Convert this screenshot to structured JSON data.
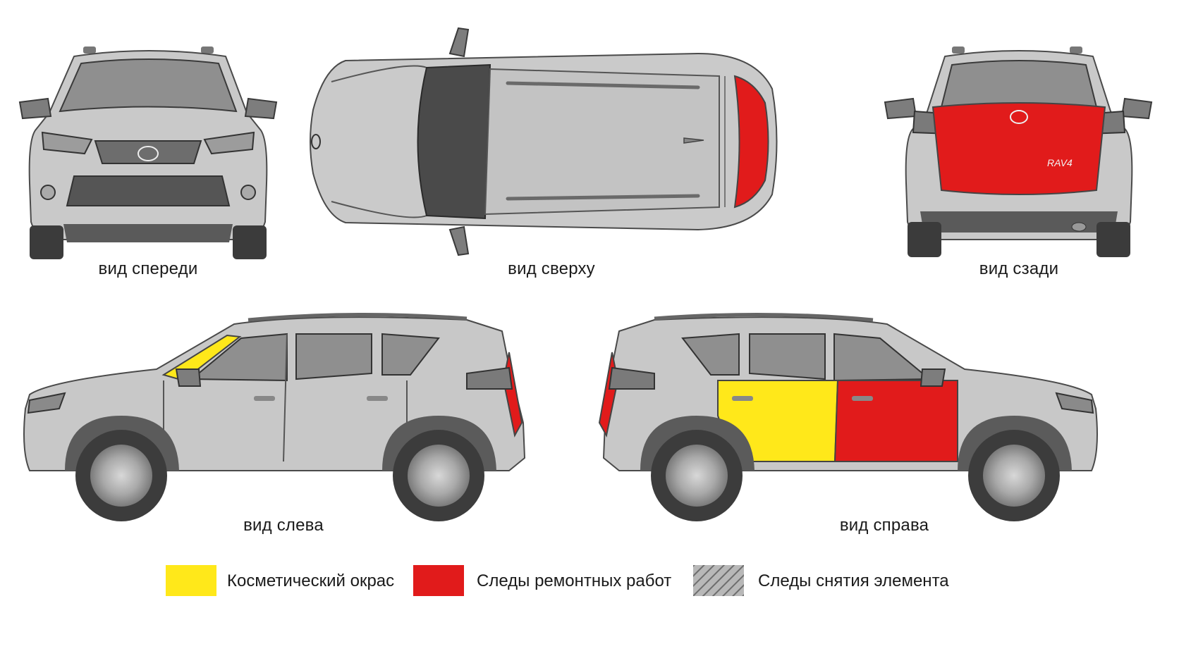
{
  "views": {
    "front": {
      "caption": "вид спереди"
    },
    "top": {
      "caption": "вид сверху"
    },
    "rear": {
      "caption": "вид сзади"
    },
    "left": {
      "caption": "вид слева"
    },
    "right": {
      "caption": "вид справа"
    }
  },
  "badge_text": "RAV4",
  "legend": {
    "cosmetic": {
      "label": "Косметический окрас",
      "color": "#ffe81a"
    },
    "repair": {
      "label": "Следы ремонтных работ",
      "color": "#e11b1b"
    },
    "removal": {
      "label": "Следы снятия элемента",
      "color": "#9a9a9a",
      "pattern": "diagonal-hatch"
    }
  },
  "marked_parts": [
    {
      "view": "top",
      "part": "tailgate",
      "status": "repair"
    },
    {
      "view": "rear",
      "part": "tailgate",
      "status": "repair"
    },
    {
      "view": "left",
      "part": "a-pillar",
      "status": "cosmetic"
    },
    {
      "view": "left",
      "part": "rear-quarter",
      "status": "repair"
    },
    {
      "view": "right",
      "part": "rear-door",
      "status": "cosmetic"
    },
    {
      "view": "right",
      "part": "front-door",
      "status": "repair"
    },
    {
      "view": "right",
      "part": "rear-quarter",
      "status": "repair"
    }
  ]
}
